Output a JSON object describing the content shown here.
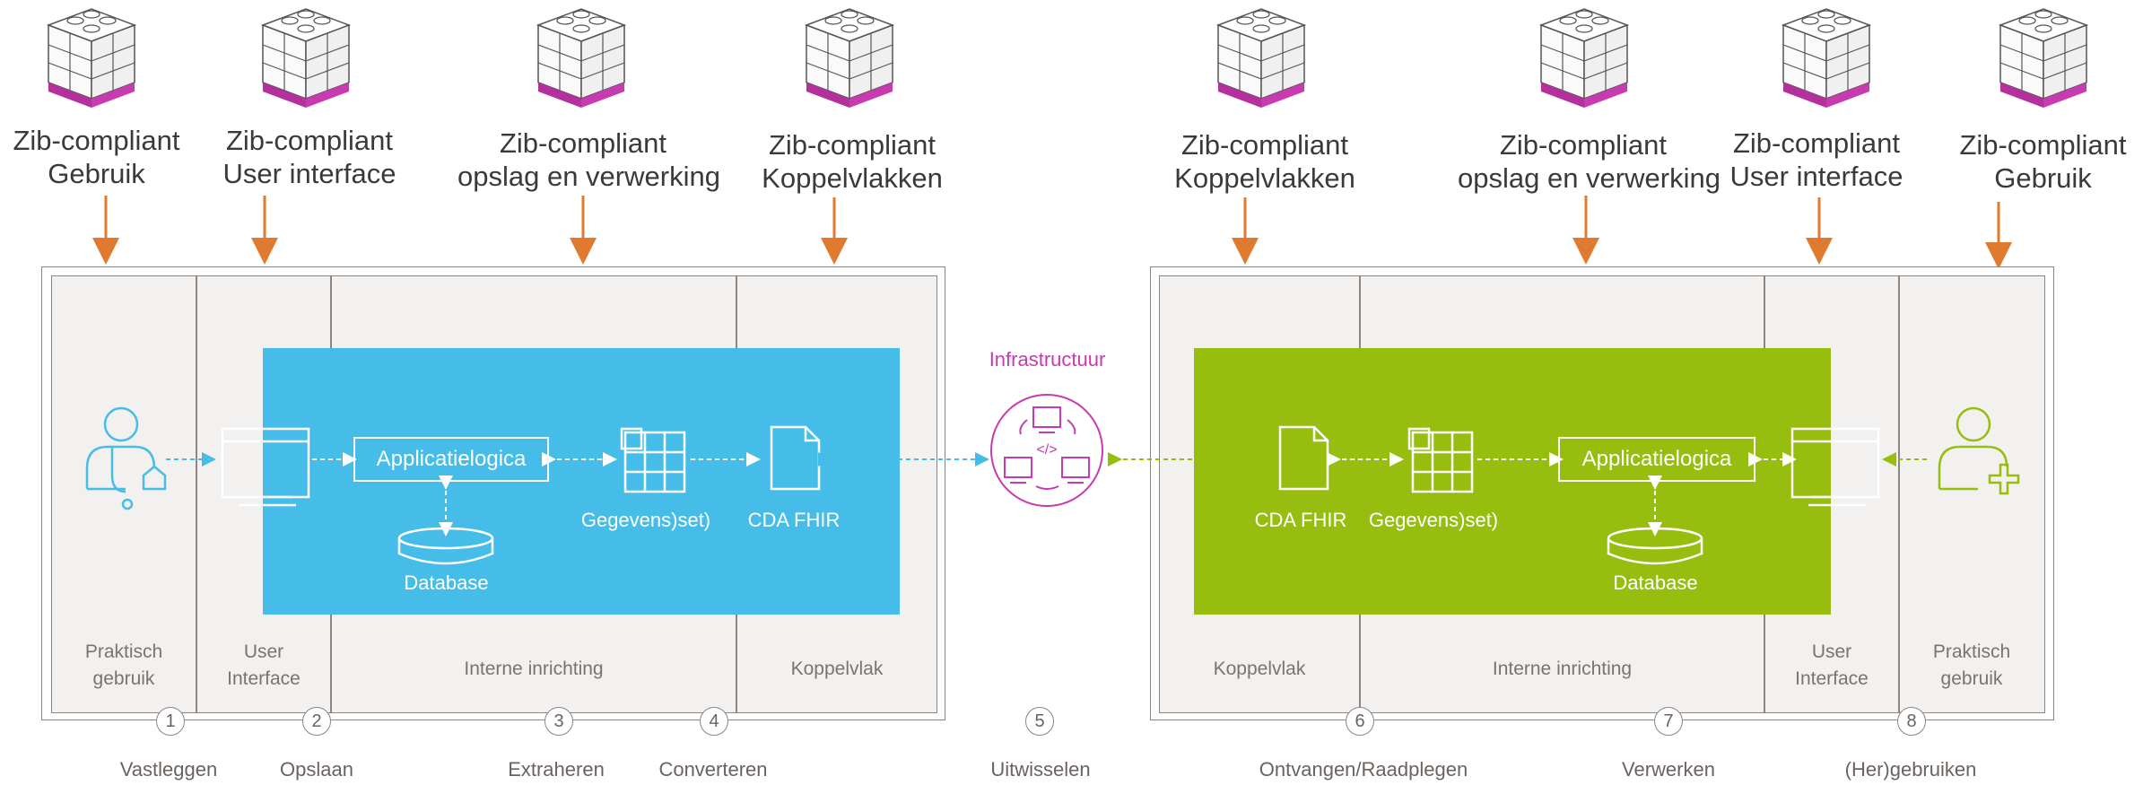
{
  "colors": {
    "blue": "#45bde8",
    "green": "#97bd0f",
    "orange": "#e07a2e",
    "magenta": "#c83ab0",
    "panel": "#f3f1ef",
    "border": "#8c8683"
  },
  "top_labels": [
    {
      "line1": "Zib-compliant",
      "line2": "Gebruik"
    },
    {
      "line1": "Zib-compliant",
      "line2": "User interface"
    },
    {
      "line1": "Zib-compliant",
      "line2": "opslag en verwerking"
    },
    {
      "line1": "Zib-compliant",
      "line2": "Koppelvlakken"
    },
    {
      "line1": "Zib-compliant",
      "line2": "Koppelvlakken"
    },
    {
      "line1": "Zib-compliant",
      "line2": "opslag en verwerking"
    },
    {
      "line1": "Zib-compliant",
      "line2": "User interface"
    },
    {
      "line1": "Zib-compliant",
      "line2": "Gebruik"
    }
  ],
  "left_panel": {
    "columns": [
      {
        "line1": "Praktisch",
        "line2": "gebruik"
      },
      {
        "line1": "User",
        "line2": "Interface"
      },
      {
        "line1": "Interne inrichting",
        "line2": ""
      },
      {
        "line1": "Koppelvlak",
        "line2": ""
      }
    ],
    "app_logic": "Applicatielogica",
    "database": "Database",
    "dataset": "Gegevens)set)",
    "cda_fhir": "CDA FHIR"
  },
  "right_panel": {
    "columns": [
      {
        "line1": "Koppelvlak",
        "line2": ""
      },
      {
        "line1": "Interne inrichting",
        "line2": ""
      },
      {
        "line1": "User",
        "line2": "Interface"
      },
      {
        "line1": "Praktisch",
        "line2": "gebruik"
      }
    ],
    "app_logic": "Applicatielogica",
    "database": "Database",
    "dataset": "Gegevens)set)",
    "cda_fhir": "CDA FHIR"
  },
  "infrastructure": "Infrastructuur",
  "steps": [
    {
      "num": "1",
      "label": "Vastleggen"
    },
    {
      "num": "2",
      "label": "Opslaan"
    },
    {
      "num": "3",
      "label": "Extraheren"
    },
    {
      "num": "4",
      "label": "Converteren"
    },
    {
      "num": "5",
      "label": "Uitwisselen"
    },
    {
      "num": "6",
      "label": "Ontvangen/Raadplegen"
    },
    {
      "num": "7",
      "label": "Verwerken"
    },
    {
      "num": "8",
      "label": "(Her)gebruiken"
    }
  ],
  "icons": [
    "zib-block-icon",
    "doctor-user-icon",
    "monitor-icon",
    "grid-table-icon",
    "document-icon",
    "database-icon",
    "network-icon",
    "add-user-icon"
  ]
}
